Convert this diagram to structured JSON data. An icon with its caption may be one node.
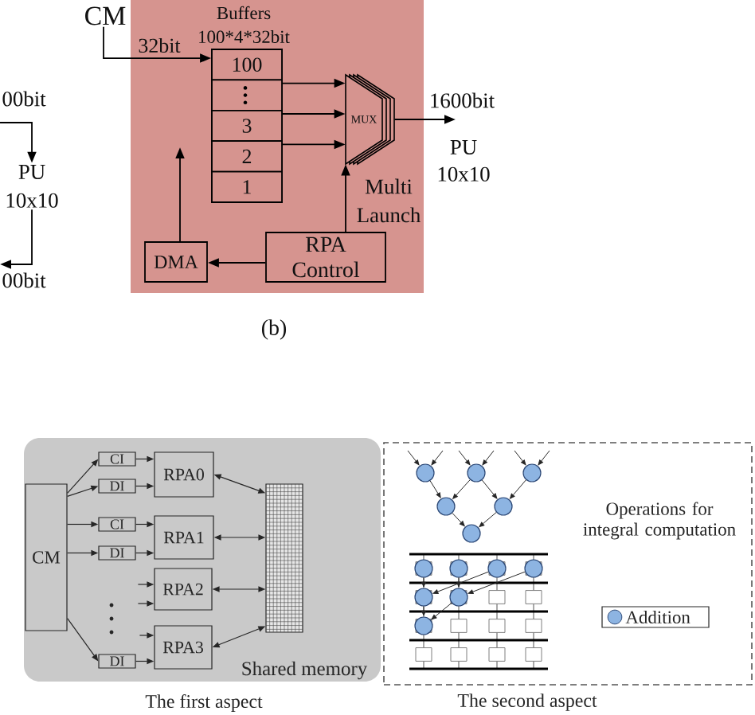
{
  "diagram": {
    "nodes": [
      {
        "text": [
          "PU 10x10"
        ]
      },
      {
        "text": [],
        "shape": "box"
      },
      {
        "text": [
          "CM"
        ]
      },
      {
        "text": [
          "Buffers",
          "100*4*32bit"
        ],
        "in": 1
      },
      {
        "text": [
          "100"
        ],
        "in": 3
      },
      {
        "text": [],
        "shape": "box",
        "in": 3
      },
      {
        "text": [
          "3"
        ],
        "in": 3
      },
      {
        "text": [
          "2"
        ],
        "in": 3
      },
      {
        "text": [
          "1"
        ],
        "in": 3
      },
      {
        "text": [
          "MUX"
        ],
        "in": 1
      },
      {
        "text": [
          "DMA"
        ],
        "in": 1
      },
      {
        "text": [
          "RPA Control"
        ],
        "in": 1
      },
      {
        "text": [
          "PU 10x10"
        ]
      },
      {
        "text": [],
        "shape": "box"
      },
      {
        "text": [
          "CM"
        ],
        "in": 13
      },
      {
        "text": [
          "CI"
        ],
        "in": 13
      },
      {
        "text": [
          "DI"
        ],
        "in": 13
      },
      {
        "text": [
          "RPA0"
        ],
        "in": 13
      },
      {
        "text": [
          "CI"
        ],
        "in": 13
      },
      {
        "text": [
          "DI"
        ],
        "in": 13
      },
      {
        "text": [
          "RPA1"
        ],
        "in": 13
      },
      {
        "text": [
          "RPA2"
        ],
        "in": 13
      },
      {
        "text": [
          "RPA3"
        ],
        "in": 13
      },
      {
        "text": [
          "DI"
        ],
        "in": 13
      },
      {
        "text": [
          "Shared memory"
        ],
        "in": 13
      },
      {
        "text": [],
        "shape": "box"
      },
      {
        "text": [],
        "shape": "circle",
        "in": 25
      },
      {
        "text": [],
        "shape": "circle",
        "in": 25
      },
      {
        "text": [],
        "shape": "circle",
        "in": 25
      },
      {
        "text": [],
        "shape": "circle",
        "in": 25
      },
      {
        "text": [],
        "shape": "circle",
        "in": 25
      },
      {
        "text": [],
        "shape": "circle",
        "in": 25
      },
      {
        "text": [],
        "shape": "circle",
        "in": 25
      },
      {
        "text": [],
        "shape": "circle",
        "in": 25
      },
      {
        "text": [],
        "shape": "circle",
        "in": 25
      },
      {
        "text": [],
        "shape": "circle",
        "in": 25
      },
      {
        "text": [],
        "shape": "circle",
        "in": 25
      },
      {
        "text": [],
        "shape": "circle",
        "in": 25
      },
      {
        "text": [],
        "shape": "circle",
        "in": 25
      }
    ],
    "edges": [
      {
        "from": null,
        "to": 0,
        "arrow": "to",
        "label": "00bit"
      },
      {
        "from": 0,
        "to": null,
        "arrow": "to",
        "label": "00bit"
      },
      {
        "from": 2,
        "to": 3,
        "arrow": "to",
        "label": "32bit"
      },
      {
        "from": 5,
        "to": 9,
        "arrow": "to"
      },
      {
        "from": 6,
        "to": 9,
        "arrow": "to"
      },
      {
        "from": 7,
        "to": 9,
        "arrow": "to"
      },
      {
        "from": 9,
        "to": 12,
        "arrow": "to",
        "label": "1600bit"
      },
      {
        "from": 11,
        "to": 9,
        "arrow": "to",
        "label": "Multi Launch"
      },
      {
        "from": 11,
        "to": 10,
        "arrow": "to"
      },
      {
        "from": 10,
        "to": null,
        "arrow": "to"
      },
      {
        "from": 14,
        "to": 15,
        "arrow": "to"
      },
      {
        "from": 14,
        "to": 16,
        "arrow": "to"
      },
      {
        "from": 14,
        "to": 18,
        "arrow": "to"
      },
      {
        "from": 14,
        "to": 19,
        "arrow": "to"
      },
      {
        "from": 14,
        "to": 23,
        "arrow": "to"
      },
      {
        "from": 15,
        "to": 17,
        "arrow": "to"
      },
      {
        "from": 16,
        "to": 17,
        "arrow": "to"
      },
      {
        "from": 18,
        "to": 20,
        "arrow": "to"
      },
      {
        "from": 19,
        "to": 20,
        "arrow": "to"
      },
      {
        "from": 23,
        "to": 22,
        "arrow": "to"
      },
      {
        "from": null,
        "to": 21,
        "arrow": "to"
      },
      {
        "from": null,
        "to": 21,
        "arrow": "to"
      },
      {
        "from": null,
        "to": 22,
        "arrow": "to"
      },
      {
        "from": 17,
        "to": 24,
        "arrow": "both"
      },
      {
        "from": 20,
        "to": 24,
        "arrow": "both"
      },
      {
        "from": 21,
        "to": 24,
        "arrow": "both"
      },
      {
        "from": 22,
        "to": 24,
        "arrow": "both"
      },
      {
        "from": null,
        "to": 26,
        "arrow": "to"
      },
      {
        "from": null,
        "to": 26,
        "arrow": "to"
      },
      {
        "from": null,
        "to": 27,
        "arrow": "to"
      },
      {
        "from": null,
        "to": 27,
        "arrow": "to"
      },
      {
        "from": null,
        "to": 28,
        "arrow": "to"
      },
      {
        "from": null,
        "to": 28,
        "arrow": "to"
      },
      {
        "from": 26,
        "to": 29,
        "arrow": "to"
      },
      {
        "from": 27,
        "to": 29,
        "arrow": "to"
      },
      {
        "from": 27,
        "to": 30,
        "arrow": "to"
      },
      {
        "from": 28,
        "to": 30,
        "arrow": "to"
      },
      {
        "from": 29,
        "to": 31,
        "arrow": "to"
      },
      {
        "from": 30,
        "to": 31,
        "arrow": "to"
      },
      {
        "from": 32,
        "to": 36,
        "arrow": "to"
      },
      {
        "from": 34,
        "to": 36,
        "arrow": "to"
      },
      {
        "from": 33,
        "to": 37,
        "arrow": "to"
      },
      {
        "from": 35,
        "to": 37,
        "arrow": "to"
      },
      {
        "from": 36,
        "to": 38,
        "arrow": "to"
      },
      {
        "from": 37,
        "to": 38,
        "arrow": "to"
      }
    ],
    "labels": [
      "(b)",
      "Operations for integral computation",
      "The first aspect",
      "The second aspect"
    ],
    "legend": [
      {
        "text": "Addition",
        "color": "#8db4e2"
      }
    ]
  }
}
